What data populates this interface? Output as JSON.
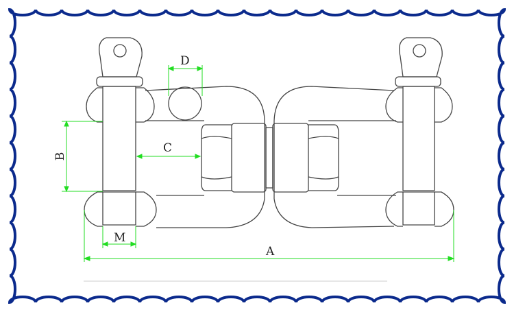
{
  "diagram": {
    "type": "technical-drawing",
    "subject": "jaw-jaw swivel",
    "labels": {
      "A": "A",
      "B": "B",
      "C": "C",
      "D": "D",
      "M": "M"
    }
  },
  "colors": {
    "frame": "#0b2a8c",
    "outline": "#444444",
    "dimension": "#22dd22",
    "background": "#ffffff"
  }
}
